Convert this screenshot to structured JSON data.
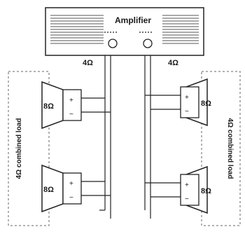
{
  "amplifier": {
    "label": "Amplifier"
  },
  "channels": {
    "left_impedance": "4Ω",
    "right_impedance": "4Ω"
  },
  "speakers": {
    "impedance_label": "8Ω",
    "plus_sign": "+",
    "minus_sign": "−"
  },
  "groups": {
    "left_label": "4Ω combined load",
    "right_label": "4Ω combined load"
  }
}
